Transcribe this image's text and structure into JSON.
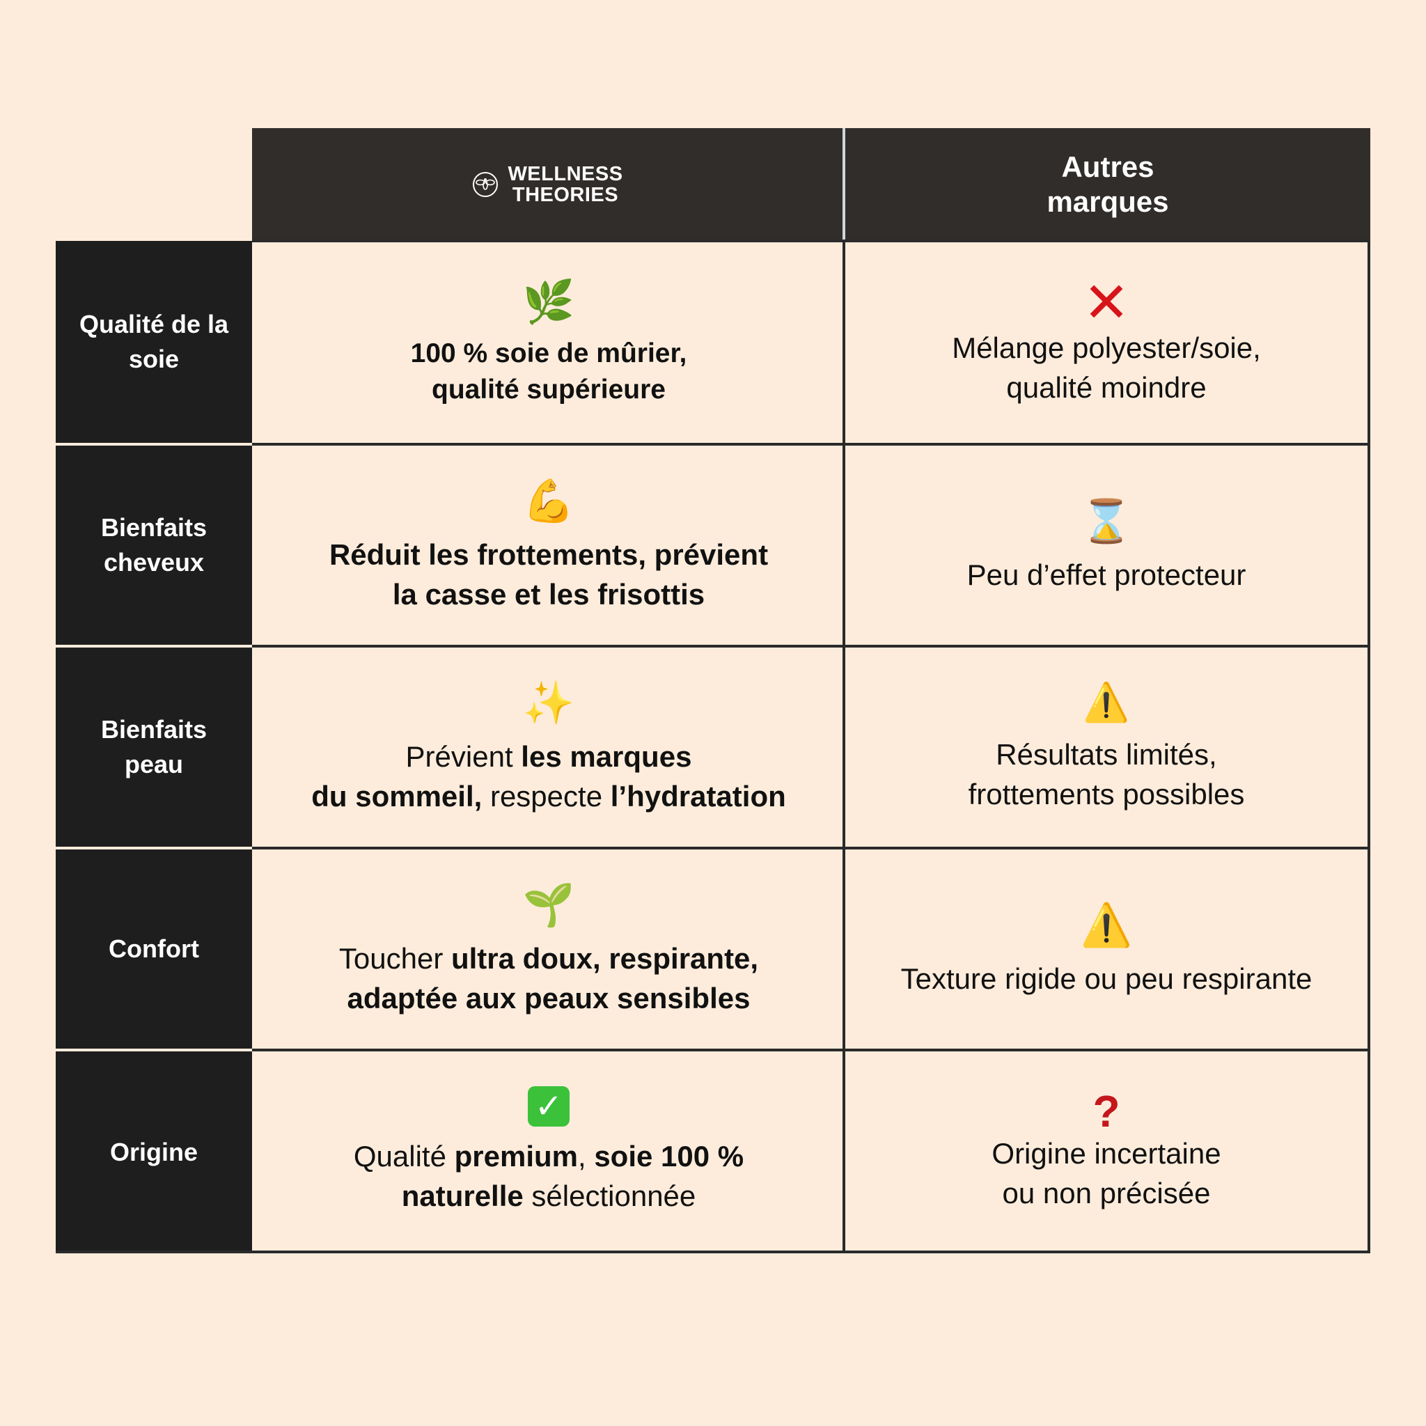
{
  "header": {
    "brand_line1": "WELLNESS",
    "brand_line2": "THEORIES",
    "other_title": "Autres marques"
  },
  "rows": [
    {
      "label": "Qualité de la soie",
      "brand_icon": "🌿",
      "brand_line1": "100 % soie de mûrier,",
      "brand_line2": "qualité supérieure",
      "other_icon": "✕",
      "other_line1": "Mélange polyester/soie,",
      "other_line2": "qualité moindre"
    },
    {
      "label": "Bienfaits cheveux",
      "brand_icon": "💪",
      "brand_line1": "Réduit les frottements, prévient",
      "brand_line2": "la casse et les frisottis",
      "other_icon": "⌛",
      "other_line1": "Peu d’effet protecteur"
    },
    {
      "label": "Bienfaits peau",
      "brand_icon": "✨",
      "brand_seg1": "Prévient ",
      "brand_seg2": "les marques",
      "brand_seg3": "du sommeil,",
      "brand_seg4": " respecte ",
      "brand_seg5": "l’hydratation",
      "other_icon": "⚠️",
      "other_line1": "Résultats limités,",
      "other_line2": "frottements possibles"
    },
    {
      "label": "Confort",
      "brand_icon": "🌱",
      "brand_seg1": "Toucher ",
      "brand_seg2": "ultra doux, respirante,",
      "brand_seg3": "adaptée aux peaux sensibles",
      "other_icon": "⚠️",
      "other_line1": "Texture rigide ou peu respirante"
    },
    {
      "label": "Origine",
      "brand_icon": "✓",
      "brand_seg1": "Qualité ",
      "brand_seg2": "premium",
      "brand_seg3": ", ",
      "brand_seg4": "soie 100 %",
      "brand_seg5": "naturelle",
      "brand_seg6": " sélectionnée",
      "other_icon": "?",
      "other_line1": "Origine incertaine",
      "other_line2": "ou non précisée"
    }
  ]
}
